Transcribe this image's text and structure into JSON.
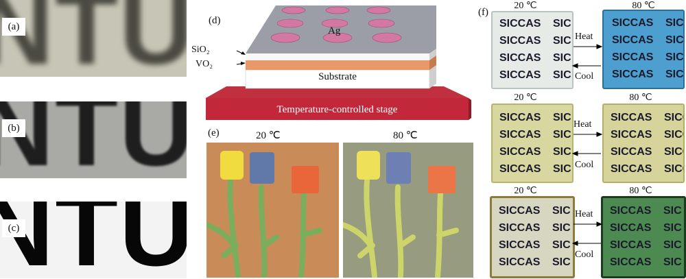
{
  "panel_a": {
    "label": "(a)",
    "text": "NTU"
  },
  "panel_b": {
    "label": "(b)",
    "text": "NTU"
  },
  "panel_c": {
    "label": "(c)",
    "text": "NTU"
  },
  "panel_d": {
    "label": "(d)",
    "layers": {
      "electrode": "Ag",
      "top": "SiO₂",
      "middle": "VO₂",
      "base": "Substrate",
      "stage": "Temperature-controlled stage"
    }
  },
  "panel_e": {
    "label": "(e)",
    "left_temp": "20 ℃",
    "right_temp": "80 ℃"
  },
  "panel_f": {
    "label": "(f)",
    "word": "SICCAS",
    "word_partial": "SIC",
    "word_partial_2": "SICC",
    "left_temp": "20 ℃",
    "right_temp": "80 ℃",
    "heat": "Heat",
    "cool": "Cool",
    "colors": {
      "row1_left": "#e6ebe8",
      "row1_right": "#4d9fcf",
      "row2_left": "#d8d7a0",
      "row2_right": "#d6d49a",
      "row3_left": "#d7d6c0",
      "row3_right": "#4d8a52"
    }
  }
}
